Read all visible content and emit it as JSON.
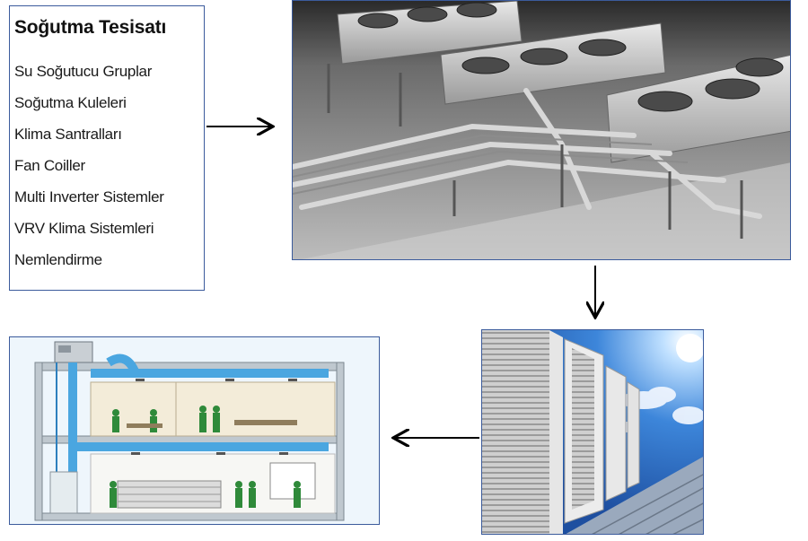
{
  "panel": {
    "title": "Soğutma Tesisatı",
    "items": [
      {
        "label": "Su Soğutucu Gruplar"
      },
      {
        "label": "Soğutma Kuleleri"
      },
      {
        "label": "Klima Santralları"
      },
      {
        "label": "Fan Coiller"
      },
      {
        "label": "Multi Inverter Sistemler"
      },
      {
        "label": "VRV Klima Sistemleri"
      },
      {
        "label": "Nemlendirme"
      }
    ]
  },
  "colors": {
    "box_border": "#3b5b9c",
    "duct_blue": "#4aa6e0",
    "arrow": "#000000"
  }
}
